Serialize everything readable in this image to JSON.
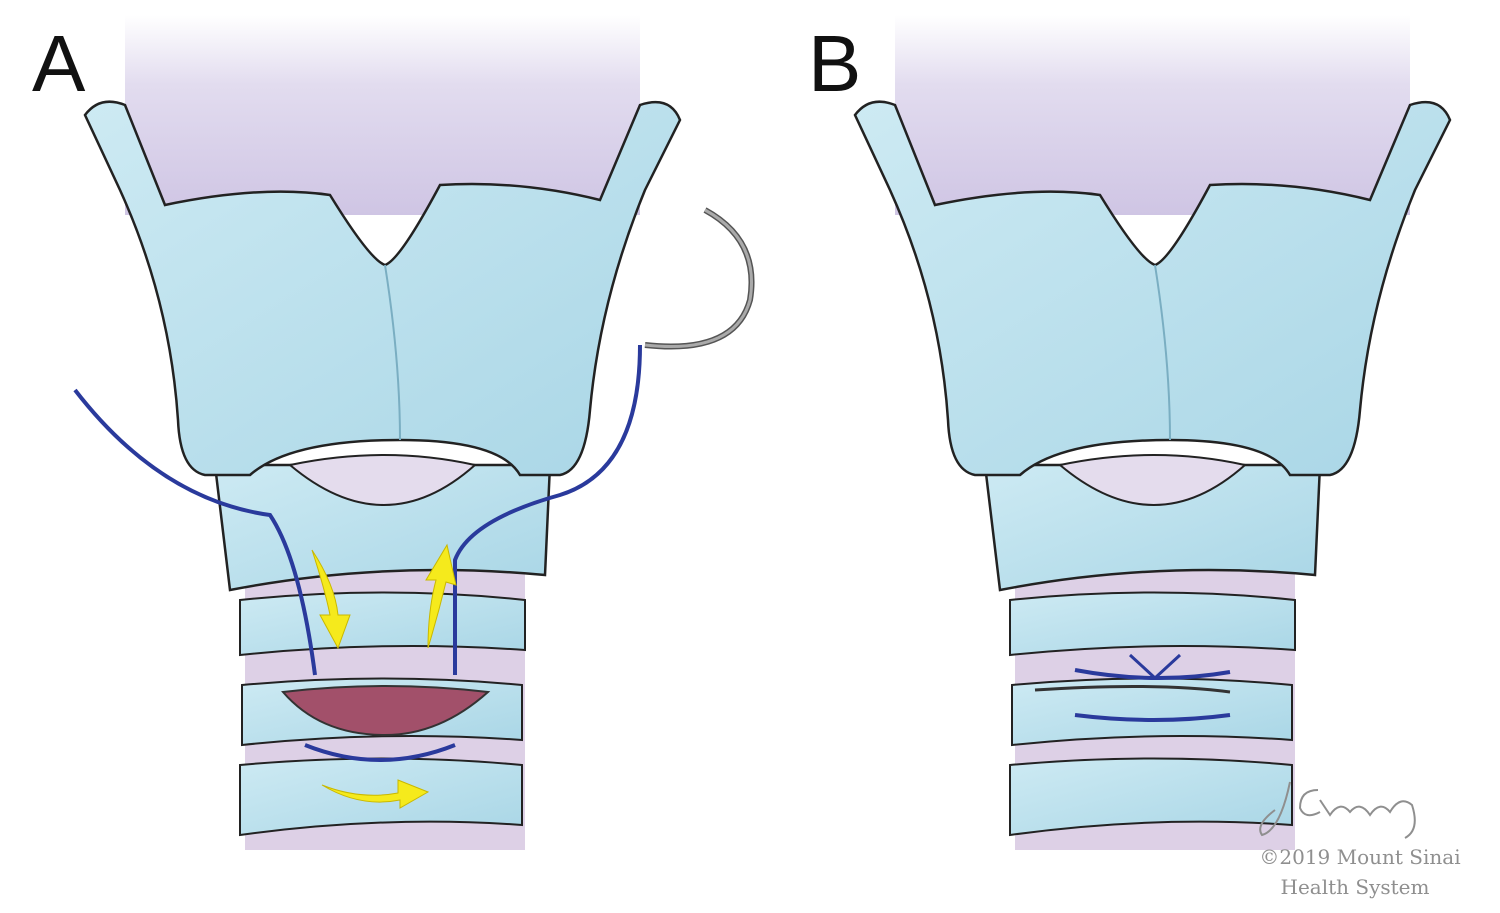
{
  "panels": [
    {
      "label": "A"
    },
    {
      "label": "B"
    }
  ],
  "signature": "JGregory",
  "copyright": {
    "line1": "©2019 Mount Sinai",
    "line2": "Health System"
  },
  "colors": {
    "cartilage": "#bfe3ee",
    "membrane": "#d9d3ea",
    "suture": "#2a3a9c",
    "arrow": "#f5ea1c",
    "needle": "#8a8a8a",
    "opening": "#a2506a"
  }
}
